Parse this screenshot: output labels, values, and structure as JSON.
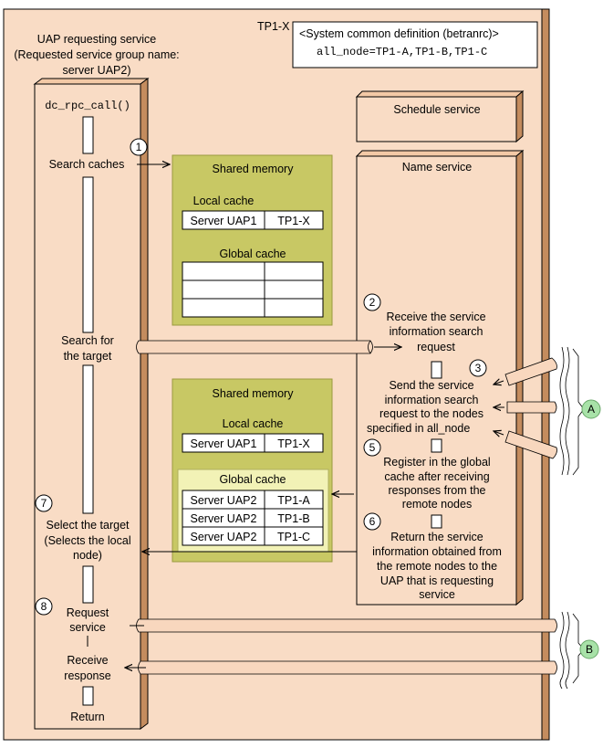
{
  "node": {
    "label": "TP1-X"
  },
  "sysdef": {
    "line1_prefix": "<System common definition (",
    "line1_code": "betranrc",
    "line1_suffix": ")>",
    "line2": "all_node=TP1-A,TP1-B,TP1-C"
  },
  "uap": {
    "title_lines": [
      "UAP requesting service",
      "(Requested service group name:",
      "server UAP2)"
    ],
    "call": "dc_rpc_call()",
    "search_caches": "Search caches",
    "search_target": [
      "Search for",
      "the target"
    ],
    "select_target": [
      "Select the target",
      "(Selects the local",
      "node)"
    ],
    "request_service": [
      "Request",
      "service"
    ],
    "receive_response": [
      "Receive",
      "response"
    ],
    "return_label": "Return"
  },
  "schedule_service": {
    "label": "Schedule service"
  },
  "name_service": {
    "label": "Name service"
  },
  "shared_memory_1": {
    "title": "Shared memory",
    "local_cache": "Local cache",
    "local_rows": [
      [
        "Server UAP1",
        "TP1-X"
      ]
    ],
    "global_cache": "Global cache",
    "global_rows": [
      [
        "",
        ""
      ],
      [
        "",
        ""
      ],
      [
        "",
        ""
      ]
    ]
  },
  "shared_memory_2": {
    "title": "Shared memory",
    "local_cache": "Local cache",
    "local_rows": [
      [
        "Server UAP1",
        "TP1-X"
      ]
    ],
    "global_cache": "Global cache",
    "global_rows": [
      [
        "Server UAP2",
        "TP1-A"
      ],
      [
        "Server UAP2",
        "TP1-B"
      ],
      [
        "Server UAP2",
        "TP1-C"
      ]
    ]
  },
  "steps": {
    "s1": "1",
    "s2": "2",
    "s3": "3",
    "s5": "5",
    "s6": "6",
    "s7": "7",
    "s8": "8",
    "step2_text": [
      "Receive the service",
      "information search",
      "request"
    ],
    "step3_text": [
      "Send the service",
      "information search",
      "request to the nodes"
    ],
    "step3_last_prefix": "specified in ",
    "step3_last_code": "all_node",
    "step5_text": [
      "Register in the global",
      "cache after receiving",
      "responses from the",
      "remote nodes"
    ],
    "step6_text": [
      "Return the service",
      "information obtained from",
      "the remote nodes to the",
      "UAP that is requesting",
      "service"
    ]
  },
  "connectors": {
    "a": "A",
    "b": "B"
  },
  "colors": {
    "node_fill": "#f9dcc5",
    "node_edge": "#c48c5e",
    "shared_mem": "#c8c864",
    "global_highlight": "#f2f2b6",
    "connector": "#a8e2a8",
    "pipe": "#f8d7be"
  }
}
